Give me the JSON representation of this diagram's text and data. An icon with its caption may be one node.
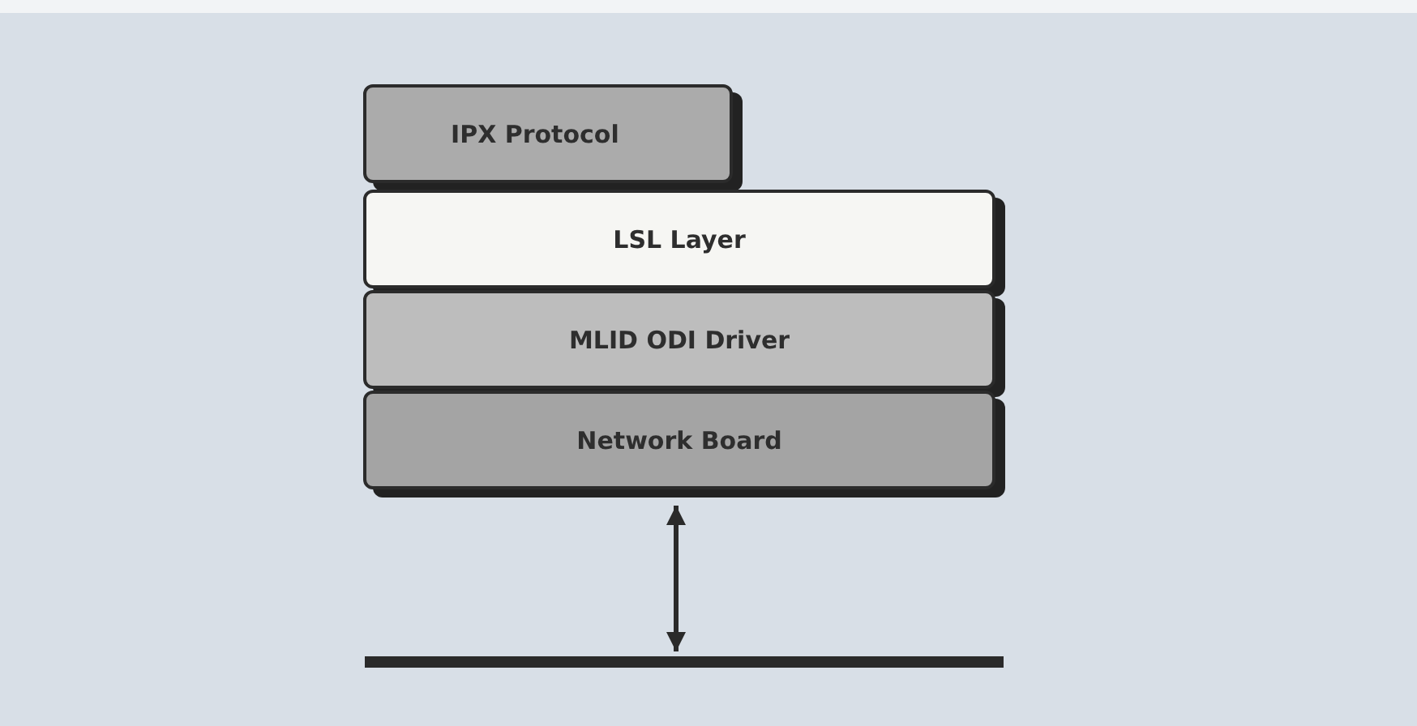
{
  "diagram": {
    "nodes": [
      {
        "text": [
          "IPX Protocol"
        ]
      },
      {
        "text": [
          "LSL Layer"
        ]
      },
      {
        "text": [
          "MLID ODI Driver"
        ]
      },
      {
        "text": [
          "Network Board"
        ]
      },
      {
        "text": [],
        "shape": "bar"
      }
    ],
    "edges": [
      {
        "from": 3,
        "to": 4,
        "arrow": "both"
      }
    ]
  }
}
